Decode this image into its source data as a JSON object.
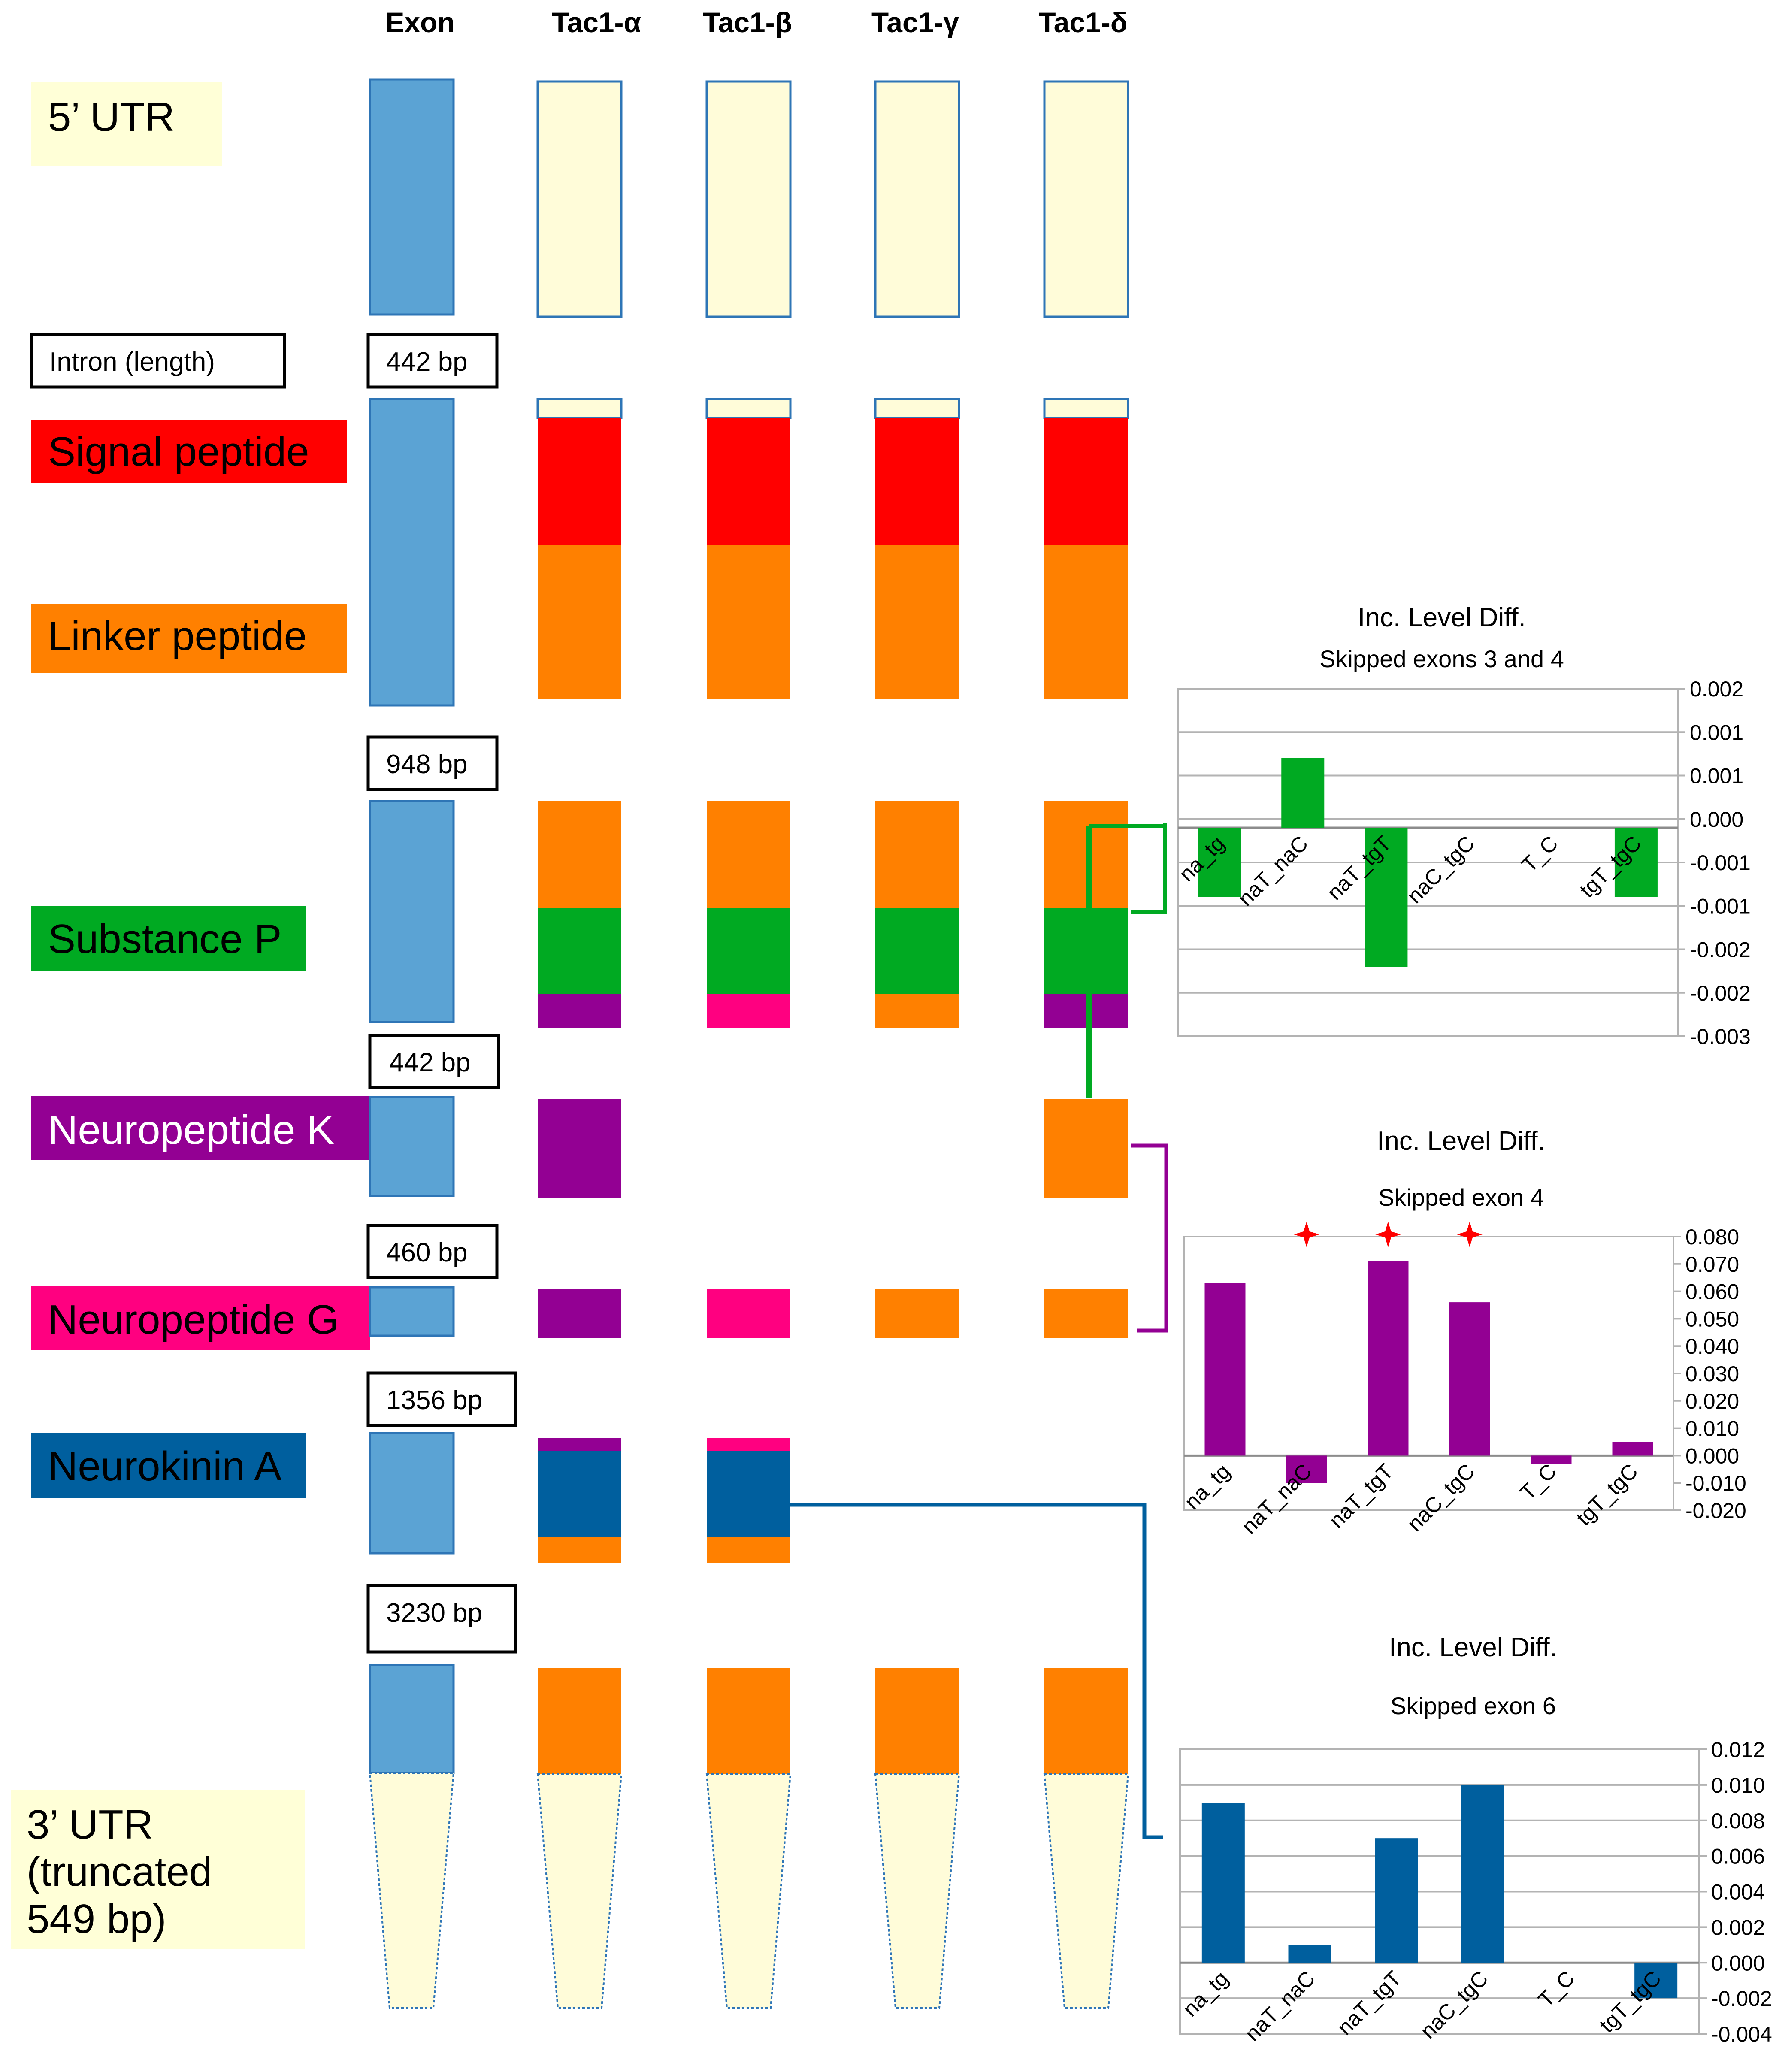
{
  "headers": {
    "exon": "Exon",
    "alpha": "Tac1-α",
    "beta": "Tac1-β",
    "gamma": "Tac1-γ",
    "delta": "Tac1-δ"
  },
  "labels": {
    "utr5": "5’ UTR",
    "intron": "Intron (length)",
    "signal": "Signal peptide",
    "linker": "Linker peptide",
    "substance_p": "Substance P",
    "neuropeptide_k": "Neuropeptide K",
    "neuropeptide_g": "Neuropeptide G",
    "neurokinin_a": "Neurokinin A",
    "utr3_line1": "3’ UTR",
    "utr3_line2": "(truncated",
    "utr3_line3": "549 bp)"
  },
  "introns": [
    "442 bp",
    "948 bp",
    "442 bp",
    "460 bp",
    "1356 bp",
    "3230 bp"
  ],
  "colors": {
    "exon": "#5ba3d4",
    "utr": "#fffcd9",
    "signal": "#ff0000",
    "linker": "#ff8000",
    "substance_p": "#00aa22",
    "neuropeptide_k": "#930093",
    "neuropeptide_g": "#ff0080",
    "neurokinin_a": "#005f9e",
    "label_bg_utr": "#ffffd7",
    "grid": "#b3b3b3",
    "star": "#ff0000"
  },
  "chart_data": [
    {
      "type": "bar",
      "title": "Inc. Level Diff.",
      "subtitle": "Skipped exons 3 and 4",
      "color": "#00aa22",
      "categories": [
        "na_tg",
        "naT_naC",
        "naT_tgT",
        "naC_tgC",
        "T_C",
        "tgT_tgC"
      ],
      "values": [
        -0.001,
        0.001,
        -0.002,
        0,
        0,
        -0.001
      ],
      "ylim": [
        -0.003,
        0.002
      ],
      "ticks": [
        "0.002",
        "0.001",
        "0.001",
        "0.000",
        "-0.001",
        "-0.001",
        "-0.002",
        "-0.002",
        "-0.003"
      ],
      "grid": true
    },
    {
      "type": "bar",
      "title": "Inc. Level Diff.",
      "subtitle": "Skipped exon 4",
      "color": "#930093",
      "categories": [
        "na_tg",
        "naT_naC",
        "naT_tgT",
        "naC_tgC",
        "T_C",
        "tgT_tgC"
      ],
      "values": [
        0.063,
        -0.01,
        0.071,
        0.056,
        -0.003,
        0.005
      ],
      "significant": [
        false,
        true,
        true,
        true,
        false,
        false
      ],
      "ylim": [
        -0.02,
        0.08
      ],
      "ticks": [
        "0.080",
        "0.070",
        "0.060",
        "0.050",
        "0.040",
        "0.030",
        "0.020",
        "0.010",
        "0.000",
        "-0.010",
        "-0.020"
      ],
      "grid": false
    },
    {
      "type": "bar",
      "title": "Inc. Level Diff.",
      "subtitle": "Skipped exon 6",
      "color": "#005f9e",
      "categories": [
        "na_tg",
        "naT_naC",
        "naT_tgT",
        "naC_tgC",
        "T_C",
        "tgT_tgC"
      ],
      "values": [
        0.009,
        0.001,
        0.007,
        0.01,
        0,
        -0.002
      ],
      "ylim": [
        -0.004,
        0.012
      ],
      "ticks": [
        "0.012",
        "0.010",
        "0.008",
        "0.006",
        "0.004",
        "0.002",
        "0.000",
        "-0.002",
        "-0.004"
      ],
      "grid": true
    }
  ]
}
